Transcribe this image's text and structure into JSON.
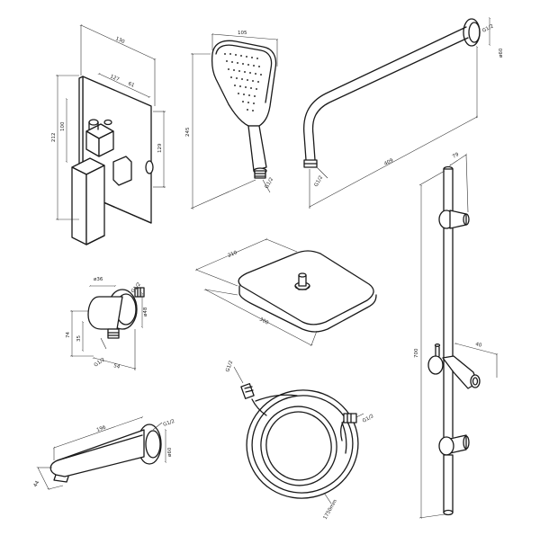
{
  "dimensions": {
    "valve_width": "130",
    "valve_inner_width": "127",
    "valve_offset": "61",
    "valve_height": "212",
    "valve_inner_height": "100",
    "valve_side_height": "129",
    "hand_shower_width": "105",
    "hand_shower_length": "245",
    "hand_shower_thread": "G1/2",
    "arm_thread": "G1/2",
    "arm_flange_dia": "ø60",
    "arm_length": "409",
    "arm_outlet_thread": "G1/2",
    "overhead_depth": "210",
    "overhead_width": "300",
    "elbow_dia": "ø36",
    "elbow_thread": "G1/2",
    "elbow_flange_dia": "ø48",
    "elbow_height": "74",
    "elbow_offset": "35",
    "elbow_inlet_thread": "G1/2",
    "elbow_depth": "54",
    "spout_length": "196",
    "spout_thread": "G1/2",
    "spout_flange_dia": "ø60",
    "spout_height": "44",
    "hose_thread_left": "G1/2",
    "hose_thread_right": "G1/2",
    "hose_length": "1750mm",
    "rail_top_width": "79",
    "rail_length": "700",
    "rail_slider_depth": "40"
  }
}
